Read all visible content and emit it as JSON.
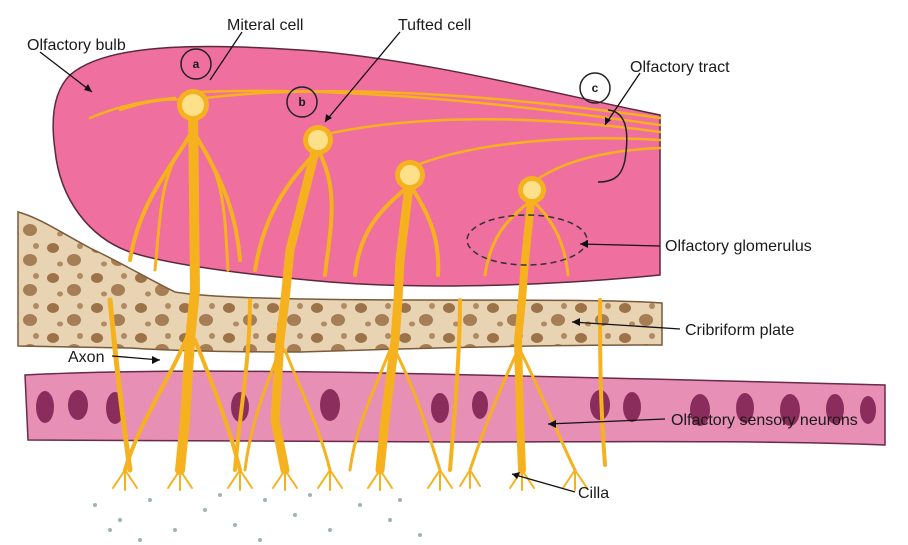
{
  "colors": {
    "bulb": "#ef6f9e",
    "bulb_stroke": "#5a2a3a",
    "neuron": "#f6b21e",
    "neuron_light": "#fde08a",
    "plate": "#e8d3b2",
    "plate_spot": "#8a5a2e",
    "epithelium": "#e78fb5",
    "epithelium_cell": "#7a1c4d",
    "dots": "#8aa0a4"
  },
  "labels": {
    "olfactory_bulb": "Olfactory bulb",
    "mitral_cell": "Miteral cell",
    "tufted_cell": "Tufted cell",
    "olfactory_tract": "Olfactory tract",
    "olfactory_glomerulus": "Olfactory glomerulus",
    "cribriform_plate": "Cribriform plate",
    "axon": "Axon",
    "olfactory_sensory_neurons": "Olfactory sensory neurons",
    "cilia": "Cilla"
  },
  "markers": {
    "a": "a",
    "b": "b",
    "c": "c"
  }
}
